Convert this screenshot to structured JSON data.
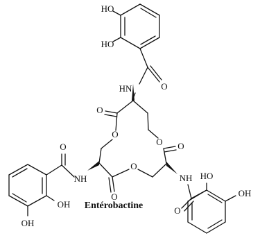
{
  "molecule": {
    "name": "Entérobactine",
    "labels": {
      "top_ho_1": "HO",
      "top_ho_2": "HO",
      "top_hn": "HN",
      "top_amide_o": "O",
      "ring_o_1": "O",
      "ring_o_2": "O",
      "ring_o_3": "O",
      "ring_o_4": "O",
      "ring_o_5": "O",
      "ring_o_6": "O",
      "left_amide_o": "O",
      "left_nh": "NH",
      "left_oh_1": "OH",
      "left_oh_2": "OH",
      "right_nh": "NH",
      "right_amide_o": "O",
      "right_ho": "HO",
      "right_oh": "OH"
    }
  }
}
